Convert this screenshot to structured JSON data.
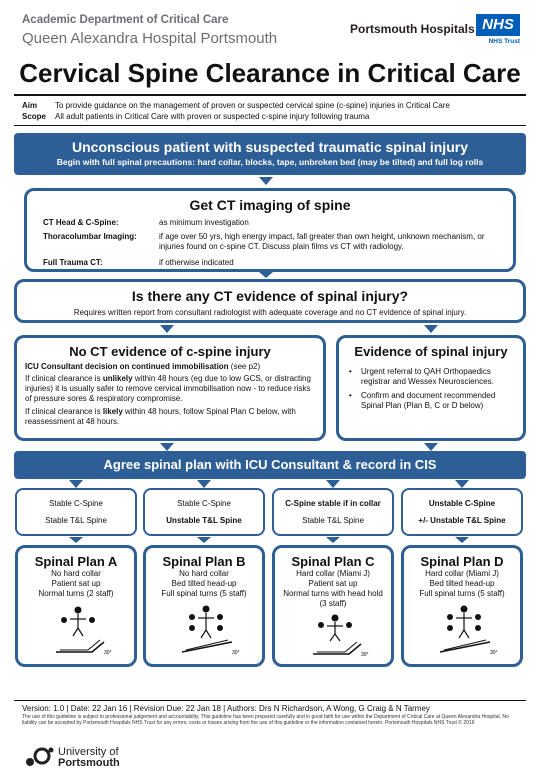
{
  "header": {
    "department": "Academic Department of Critical Care",
    "hospital": "Queen Alexandra Hospital Portsmouth",
    "trust_logo": {
      "name": "Portsmouth Hospitals",
      "nhs": "NHS",
      "trust": "NHS Trust"
    }
  },
  "title": "Cervical Spine Clearance in Critical Care",
  "aim": {
    "label": "Aim",
    "text": "To provide guidance on the management of proven or suspected cervical spine (c-spine) injuries in Critical Care"
  },
  "scope": {
    "label": "Scope",
    "text": "All adult patients in Critical Care with proven or suspected c-spine injury following trauma"
  },
  "start": {
    "heading": "Unconscious patient with suspected traumatic spinal injury",
    "sub": "Begin with full spinal precautions: hard collar, blocks, tape, unbroken bed (may be tilted) and full log rolls"
  },
  "ct_imaging": {
    "title": "Get CT imaging of spine",
    "rows": [
      {
        "label": "CT Head & C-Spine:",
        "value": "as minimum investigation"
      },
      {
        "label": "Thoracolumbar Imaging:",
        "value": "if age over 50 yrs, high energy impact, fall  greater than own height, unknown mechanism, or injuries found on c-spine CT. Discuss plain films vs CT with radiology."
      },
      {
        "label": "Full Trauma CT:",
        "value": "if otherwise indicated"
      }
    ]
  },
  "evidence_q": {
    "title": "Is there any CT evidence of spinal injury?",
    "sub": "Requires written report from consultant radiologist with adequate coverage and no CT evidence of spinal injury."
  },
  "no_ct": {
    "title": "No CT evidence of c-spine injury",
    "lead_bold": "ICU Consultant decision on continued immobilisation",
    "lead_rest": " (see  p2)",
    "p1_pre": "If clinical clearance is ",
    "p1_bold": "unlikely",
    "p1_post": " within 48 hours (eg due to low GCS, or distracting injuries) it is usually safer to remove cervical immobilisation now  - to reduce risks of pressure sores & respiratory compromise.",
    "p2_pre": "If clinical clearance is ",
    "p2_bold": "likely",
    "p2_post": " within 48 hours, follow Spinal Plan C below, with reassessment at 48 hours."
  },
  "evidence": {
    "title": "Evidence of spinal injury",
    "items": [
      "Urgent referral to QAH Orthopaedics registrar and Wessex Neurosciences.",
      "Confirm and document recommended Spinal Plan (Plan B, C or D below)"
    ]
  },
  "agree": "Agree spinal plan with ICU Consultant & record in CIS",
  "stability": [
    {
      "l1": "Stable C-Spine",
      "l2": "Stable T&L Spine"
    },
    {
      "l1": "Stable C-Spine",
      "l2": "Unstable T&L Spine"
    },
    {
      "l1": "C-Spine stable if in collar",
      "l2": "Stable T&L Spine"
    },
    {
      "l1": "Unstable C-Spine",
      "l2": "+/- Unstable T&L Spine"
    }
  ],
  "plans": [
    {
      "title": "Spinal Plan A",
      "lines": [
        "No hard collar",
        "Patient sat up",
        "Normal turns (2 staff)"
      ],
      "angle": "30°"
    },
    {
      "title": "Spinal Plan B",
      "lines": [
        "No hard collar",
        "Bed tilted head-up",
        "Full spinal turns (5 staff)"
      ],
      "angle": "30°"
    },
    {
      "title": "Spinal Plan C",
      "lines": [
        "Hard collar (Miami J)",
        "Patient sat up",
        "Normal turns with head hold (3 staff)"
      ],
      "angle": "30°"
    },
    {
      "title": "Spinal Plan D",
      "lines": [
        "Hard collar (Miami J)",
        "Bed tilted head-up",
        "Full spinal turns (5 staff)"
      ],
      "angle": "30°"
    }
  ],
  "footer": {
    "version": "Version: 1.0 |  Date: 22 Jan 16   |   Revision Due: 22 Jan 18   |   Authors: Drs N Richardson, A Wong, G Craig & N Tarmey",
    "disclaimer": "The use of this guideline is subject to professional judgement and accountability.  This guideline has been prepared carefully and in good faith for use within the Department of Critical Care at Queen Alexandra Hospital.  No liability can be accepted by Portsmouth Hospitals NHS Trust for any errors, costs or losses arising from the use of this guideline or the information contained herein.  Portsmouth Hospitals NHS Trust  © 2016",
    "university": {
      "line1": "University of",
      "line2": "Portsmouth"
    }
  },
  "colors": {
    "primary_blue": "#2e5e96",
    "nhs_blue": "#005eb8",
    "header_grey": "#6d6e71"
  }
}
